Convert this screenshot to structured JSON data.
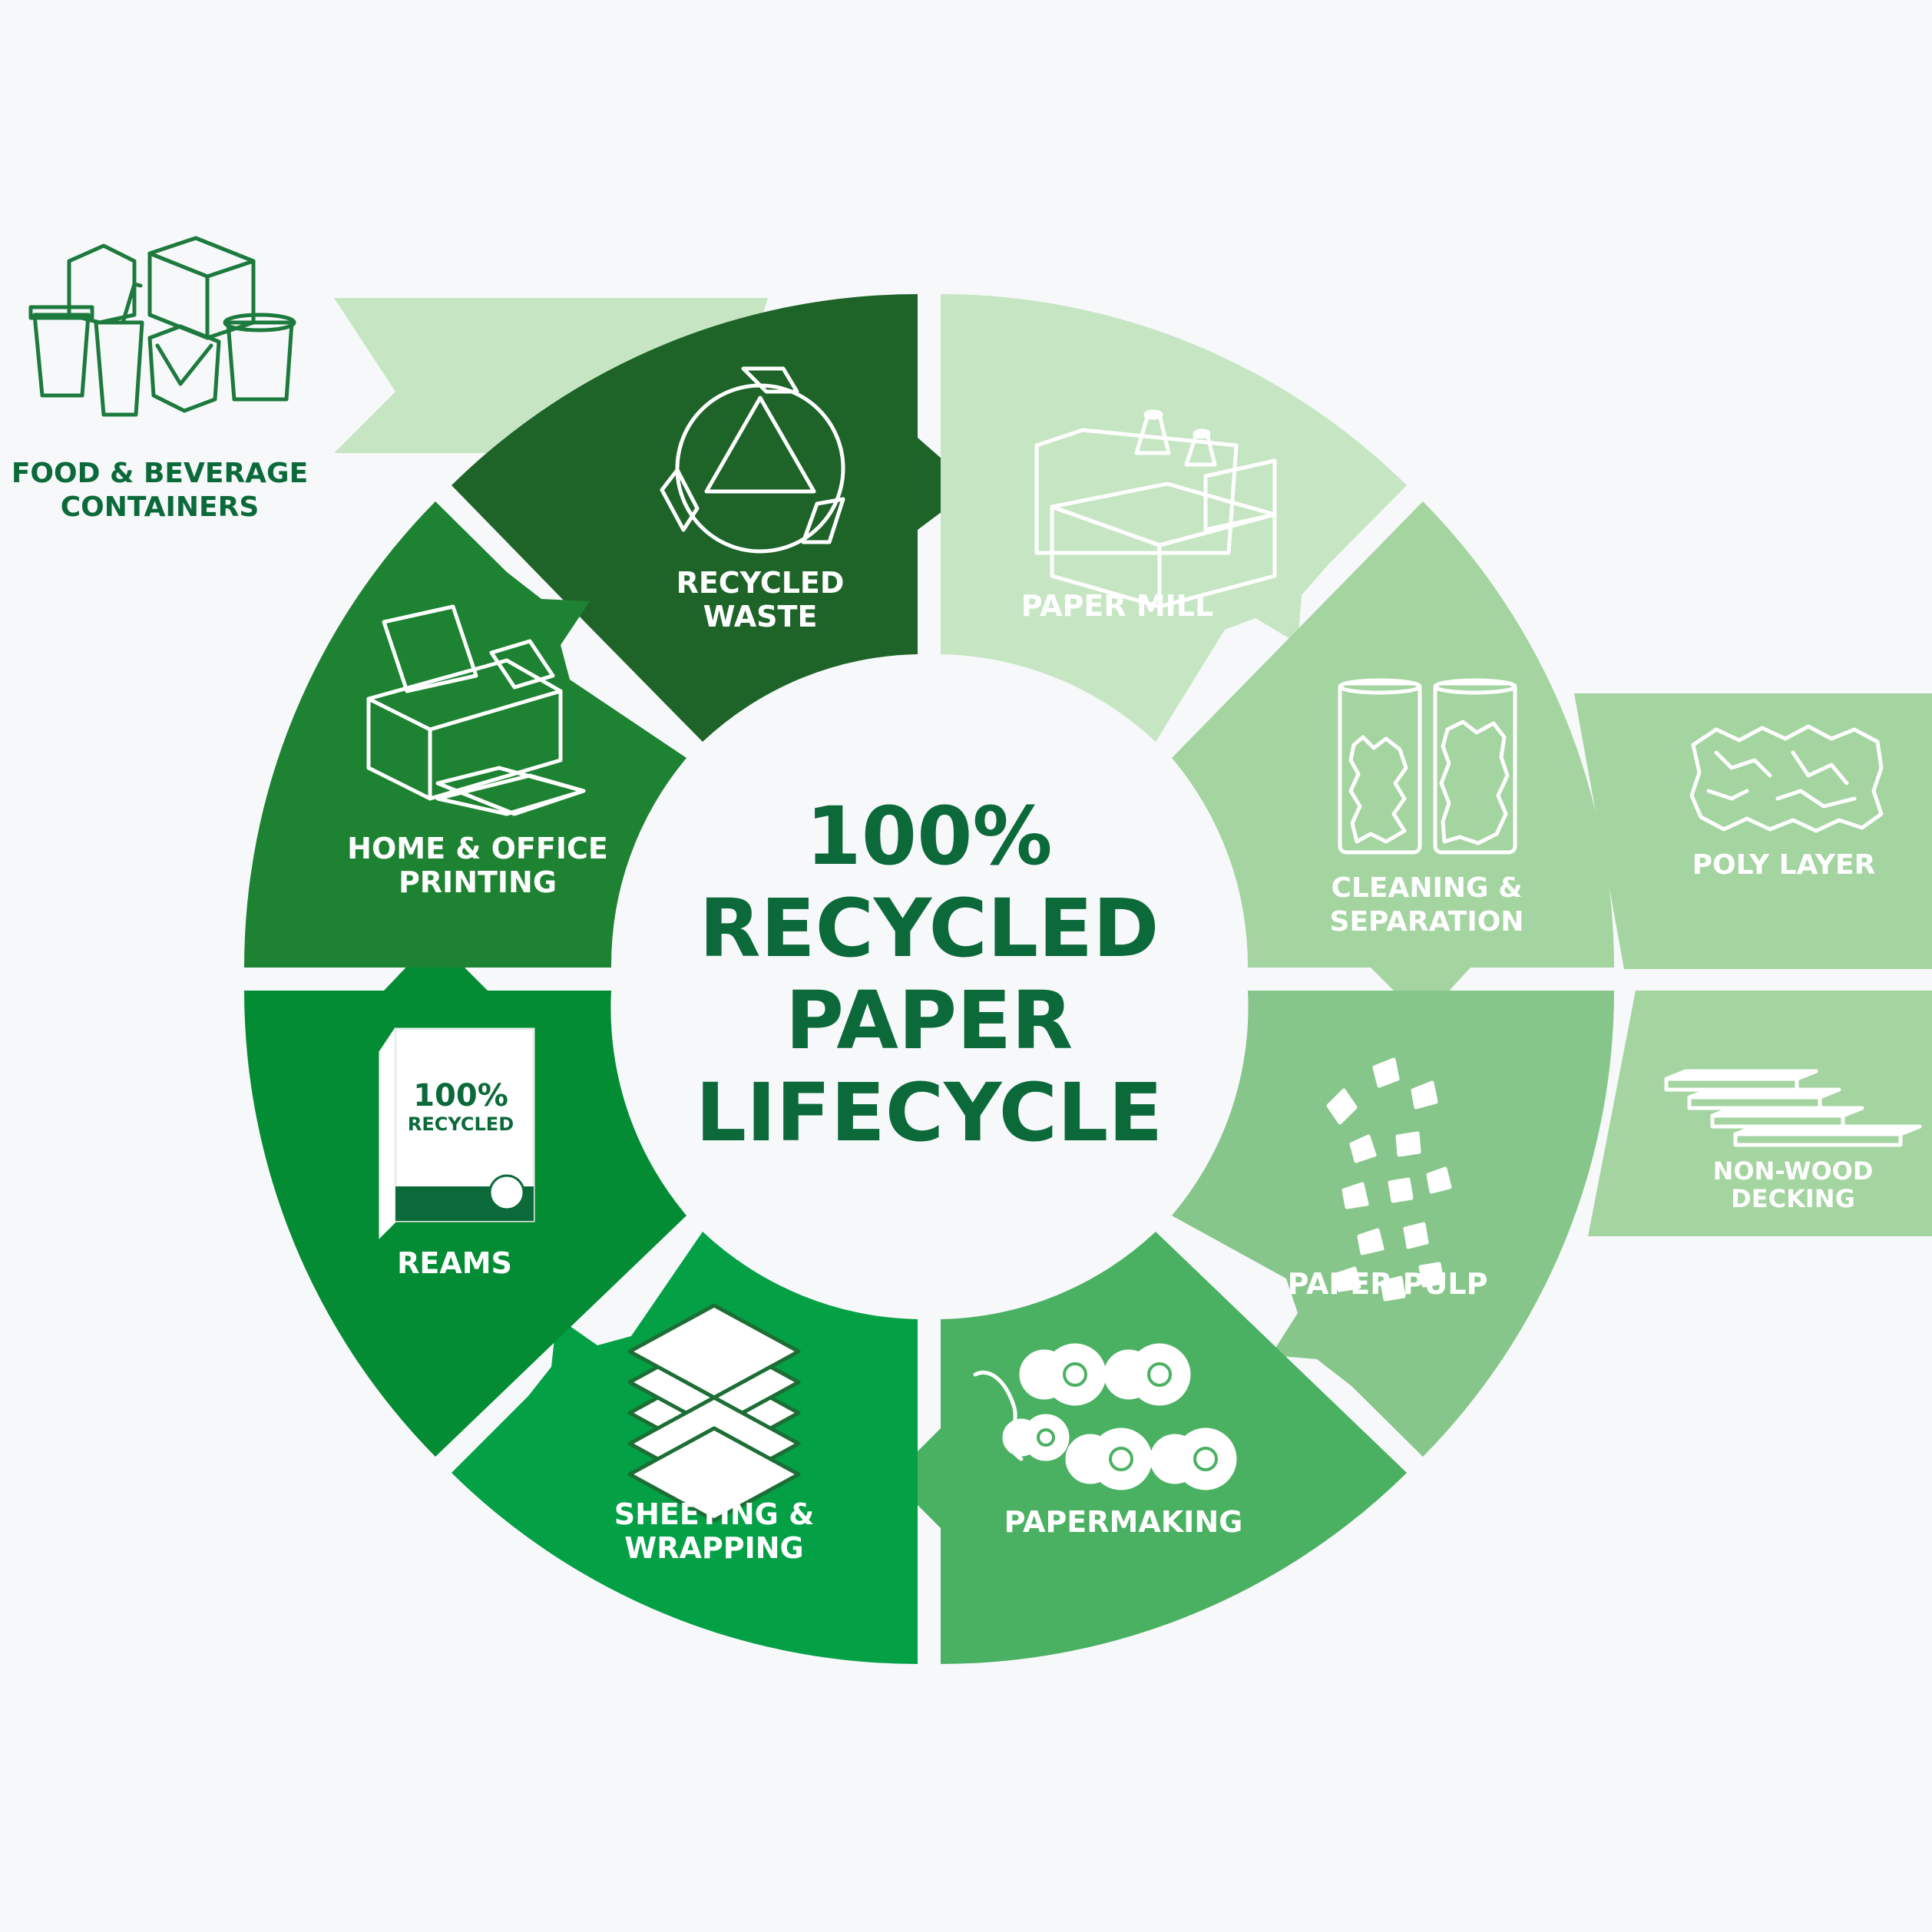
{
  "title_lines": [
    "100%",
    "RECYCLED",
    "PAPER",
    "LIFECYCLE"
  ],
  "ream_box_lines": [
    "100%",
    "RECYCLED"
  ],
  "segments": [
    {
      "lines": [
        "RECYCLED",
        "WASTE"
      ],
      "color": "#1e6429",
      "icon": "recycle-icon"
    },
    {
      "lines": [
        "PAPER MILL"
      ],
      "color": "#c6e6c3",
      "icon": "factory-icon"
    },
    {
      "lines": [
        "CLEANING &",
        "SEPARATION"
      ],
      "color": "#a4d4a0",
      "icon": "cylinders-icon"
    },
    {
      "lines": [
        "PAPER PULP"
      ],
      "color": "#86c68a",
      "icon": "pulp-icon"
    },
    {
      "lines": [
        "PAPERMAKING"
      ],
      "color": "#4bb162",
      "icon": "rollers-icon"
    },
    {
      "lines": [
        "SHEETING &",
        "WRAPPING"
      ],
      "color": "#03a046",
      "icon": "sheets-icon"
    },
    {
      "lines": [
        "REAMS"
      ],
      "color": "#048c34",
      "icon": "ream-icon"
    },
    {
      "lines": [
        "HOME & OFFICE",
        "PRINTING"
      ],
      "color": "#1d8231",
      "icon": "printer-icon"
    }
  ],
  "side": {
    "food": {
      "lines": [
        "FOOD & BEVERAGE",
        "CONTAINERS"
      ],
      "color": "#c6e6c3",
      "icon": "containers-icon"
    },
    "poly": {
      "lines": [
        "POLY LAYER"
      ],
      "color": "#a4d4a0",
      "icon": "poly-icon"
    },
    "decking": {
      "lines": [
        "NON-WOOD",
        "DECKING"
      ],
      "color": "#a4d4a0",
      "icon": "planks-icon"
    }
  },
  "colors": {
    "text_dark": "#0c6a3a",
    "label_light": "#ffffff",
    "background": "#f6f8fa"
  }
}
